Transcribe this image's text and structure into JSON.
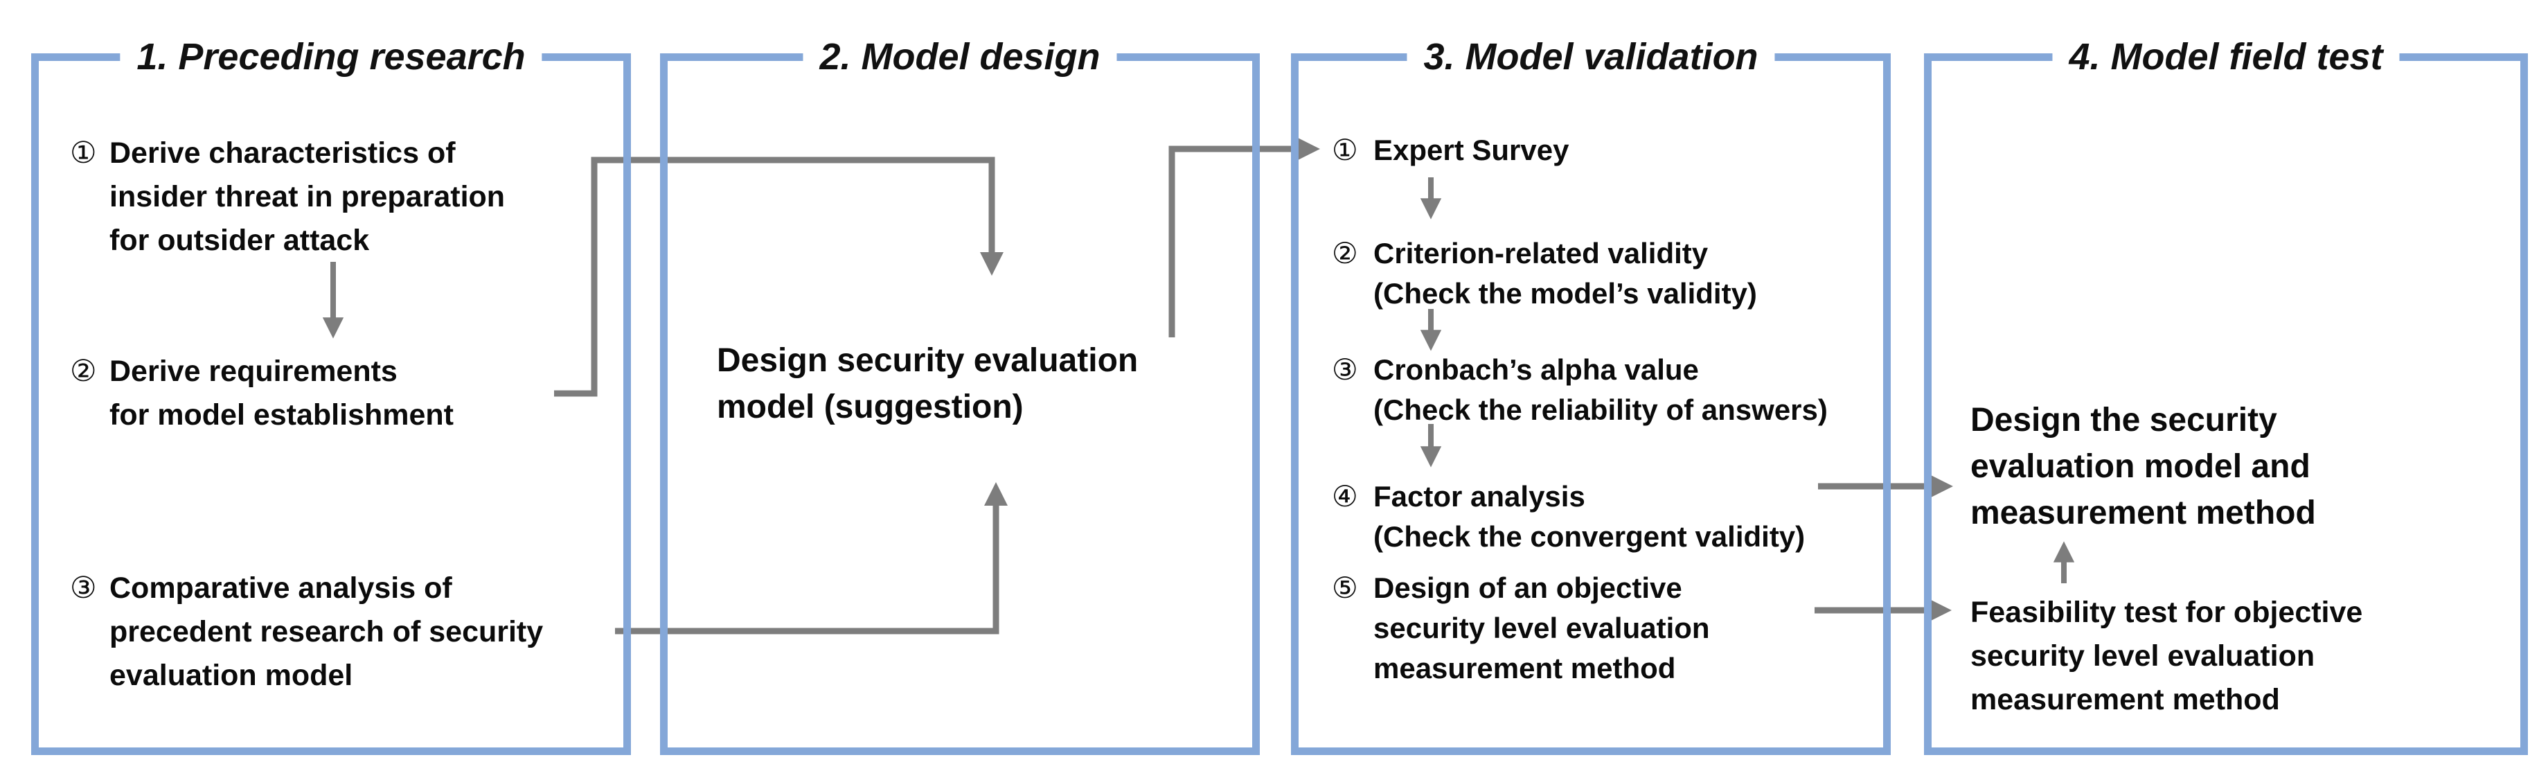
{
  "colors": {
    "panel_border": "#84a7d8",
    "arrow": "#7d7d7d",
    "text": "#0b0b0b",
    "background": "#ffffff"
  },
  "panels": [
    {
      "title": "1. Preceding research",
      "items": [
        {
          "num": "①",
          "lines": [
            "Derive characteristics of",
            "insider threat in preparation",
            "for outsider attack"
          ]
        },
        {
          "num": "②",
          "lines": [
            "Derive requirements",
            "for model establishment"
          ]
        },
        {
          "num": "③",
          "lines": [
            "Comparative analysis of",
            "precedent research of security",
            "evaluation model"
          ]
        }
      ]
    },
    {
      "title": "2. Model design",
      "items": [
        {
          "num": "",
          "lines": [
            "Design security evaluation",
            "model (suggestion)"
          ]
        }
      ]
    },
    {
      "title": "3. Model validation",
      "items": [
        {
          "num": "①",
          "lines": [
            "Expert Survey"
          ]
        },
        {
          "num": "②",
          "lines": [
            "Criterion-related validity",
            "(Check the model’s validity)"
          ]
        },
        {
          "num": "③",
          "lines": [
            "Cronbach’s alpha value",
            "(Check the reliability of answers)"
          ]
        },
        {
          "num": "④",
          "lines": [
            "Factor analysis",
            "(Check the convergent validity)"
          ]
        },
        {
          "num": "⑤",
          "lines": [
            "Design of an objective",
            "security level evaluation",
            "measurement method"
          ]
        }
      ]
    },
    {
      "title": "4. Model field test",
      "items": [
        {
          "num": "",
          "lines": [
            "Design the security",
            "evaluation model and",
            "measurement method"
          ]
        },
        {
          "num": "",
          "lines": [
            "Feasibility test for objective",
            "security level evaluation",
            "measurement method"
          ]
        }
      ]
    }
  ],
  "connections": [
    {
      "from": "preceding-research-step-1",
      "to": "preceding-research-step-2",
      "direction": "down"
    },
    {
      "from": "preceding-research-step-2",
      "to": "model-design-text",
      "direction": "elbow-down"
    },
    {
      "from": "preceding-research-step-3",
      "to": "model-design-text",
      "direction": "elbow-up"
    },
    {
      "from": "model-design-text",
      "to": "model-validation-step-1",
      "direction": "elbow-right"
    },
    {
      "from": "model-validation-step-1",
      "to": "model-validation-step-2",
      "direction": "down"
    },
    {
      "from": "model-validation-step-2",
      "to": "model-validation-step-3",
      "direction": "down"
    },
    {
      "from": "model-validation-step-3",
      "to": "model-validation-step-4",
      "direction": "down"
    },
    {
      "from": "model-validation-step-4",
      "to": "field-test-design-text",
      "direction": "right"
    },
    {
      "from": "model-validation-step-5",
      "to": "field-test-feasibility-text",
      "direction": "right"
    },
    {
      "from": "field-test-feasibility-text",
      "to": "field-test-design-text",
      "direction": "up"
    }
  ]
}
